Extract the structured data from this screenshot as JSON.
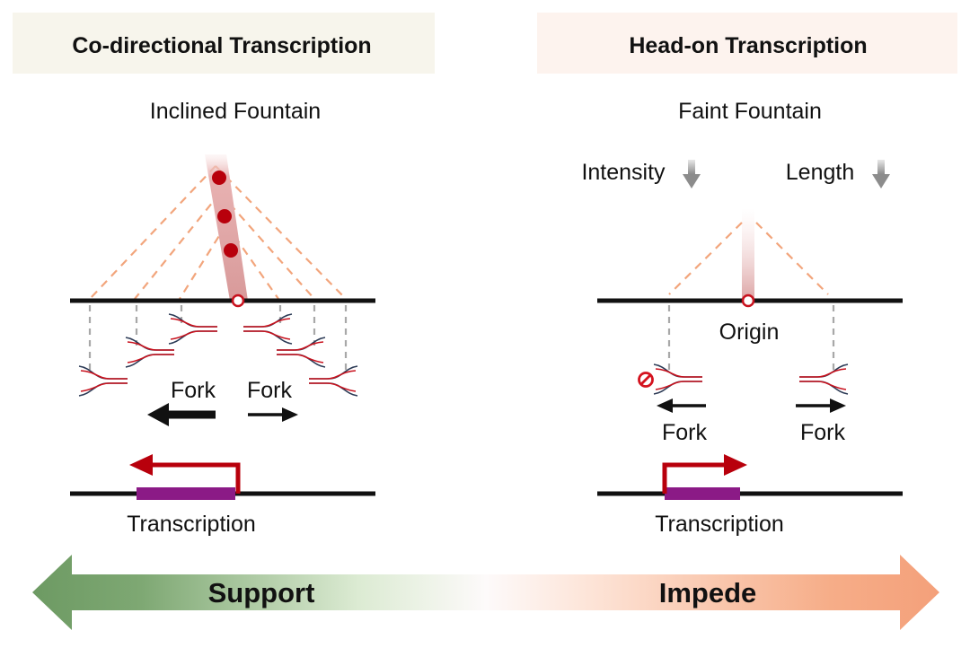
{
  "left_panel": {
    "header": "Co-directional Transcription",
    "subtitle": "Inclined Fountain",
    "fork_left_label": "Fork",
    "fork_right_label": "Fork",
    "transcription_label": "Transcription"
  },
  "right_panel": {
    "header": "Head-on Transcription",
    "subtitle": "Faint Fountain",
    "intensity_label": "Intensity",
    "length_label": "Length",
    "origin_label": "Origin",
    "fork_left_label": "Fork",
    "fork_right_label": "Fork",
    "transcription_label": "Transcription"
  },
  "bottom_arrow": {
    "left_label": "Support",
    "right_label": "Impede"
  },
  "colors": {
    "fountain": "#d9a0a0",
    "origin_dot": "#b8000c",
    "promoter_arrow": "#b8000c",
    "gene": "#8b1a86",
    "support_green": "#6d9a63",
    "impede_orange": "#f4a07a",
    "dashed_lines": "#f2a57c",
    "left_header_bg": "#f7f5ec",
    "right_header_bg": "#fdf3ee"
  }
}
